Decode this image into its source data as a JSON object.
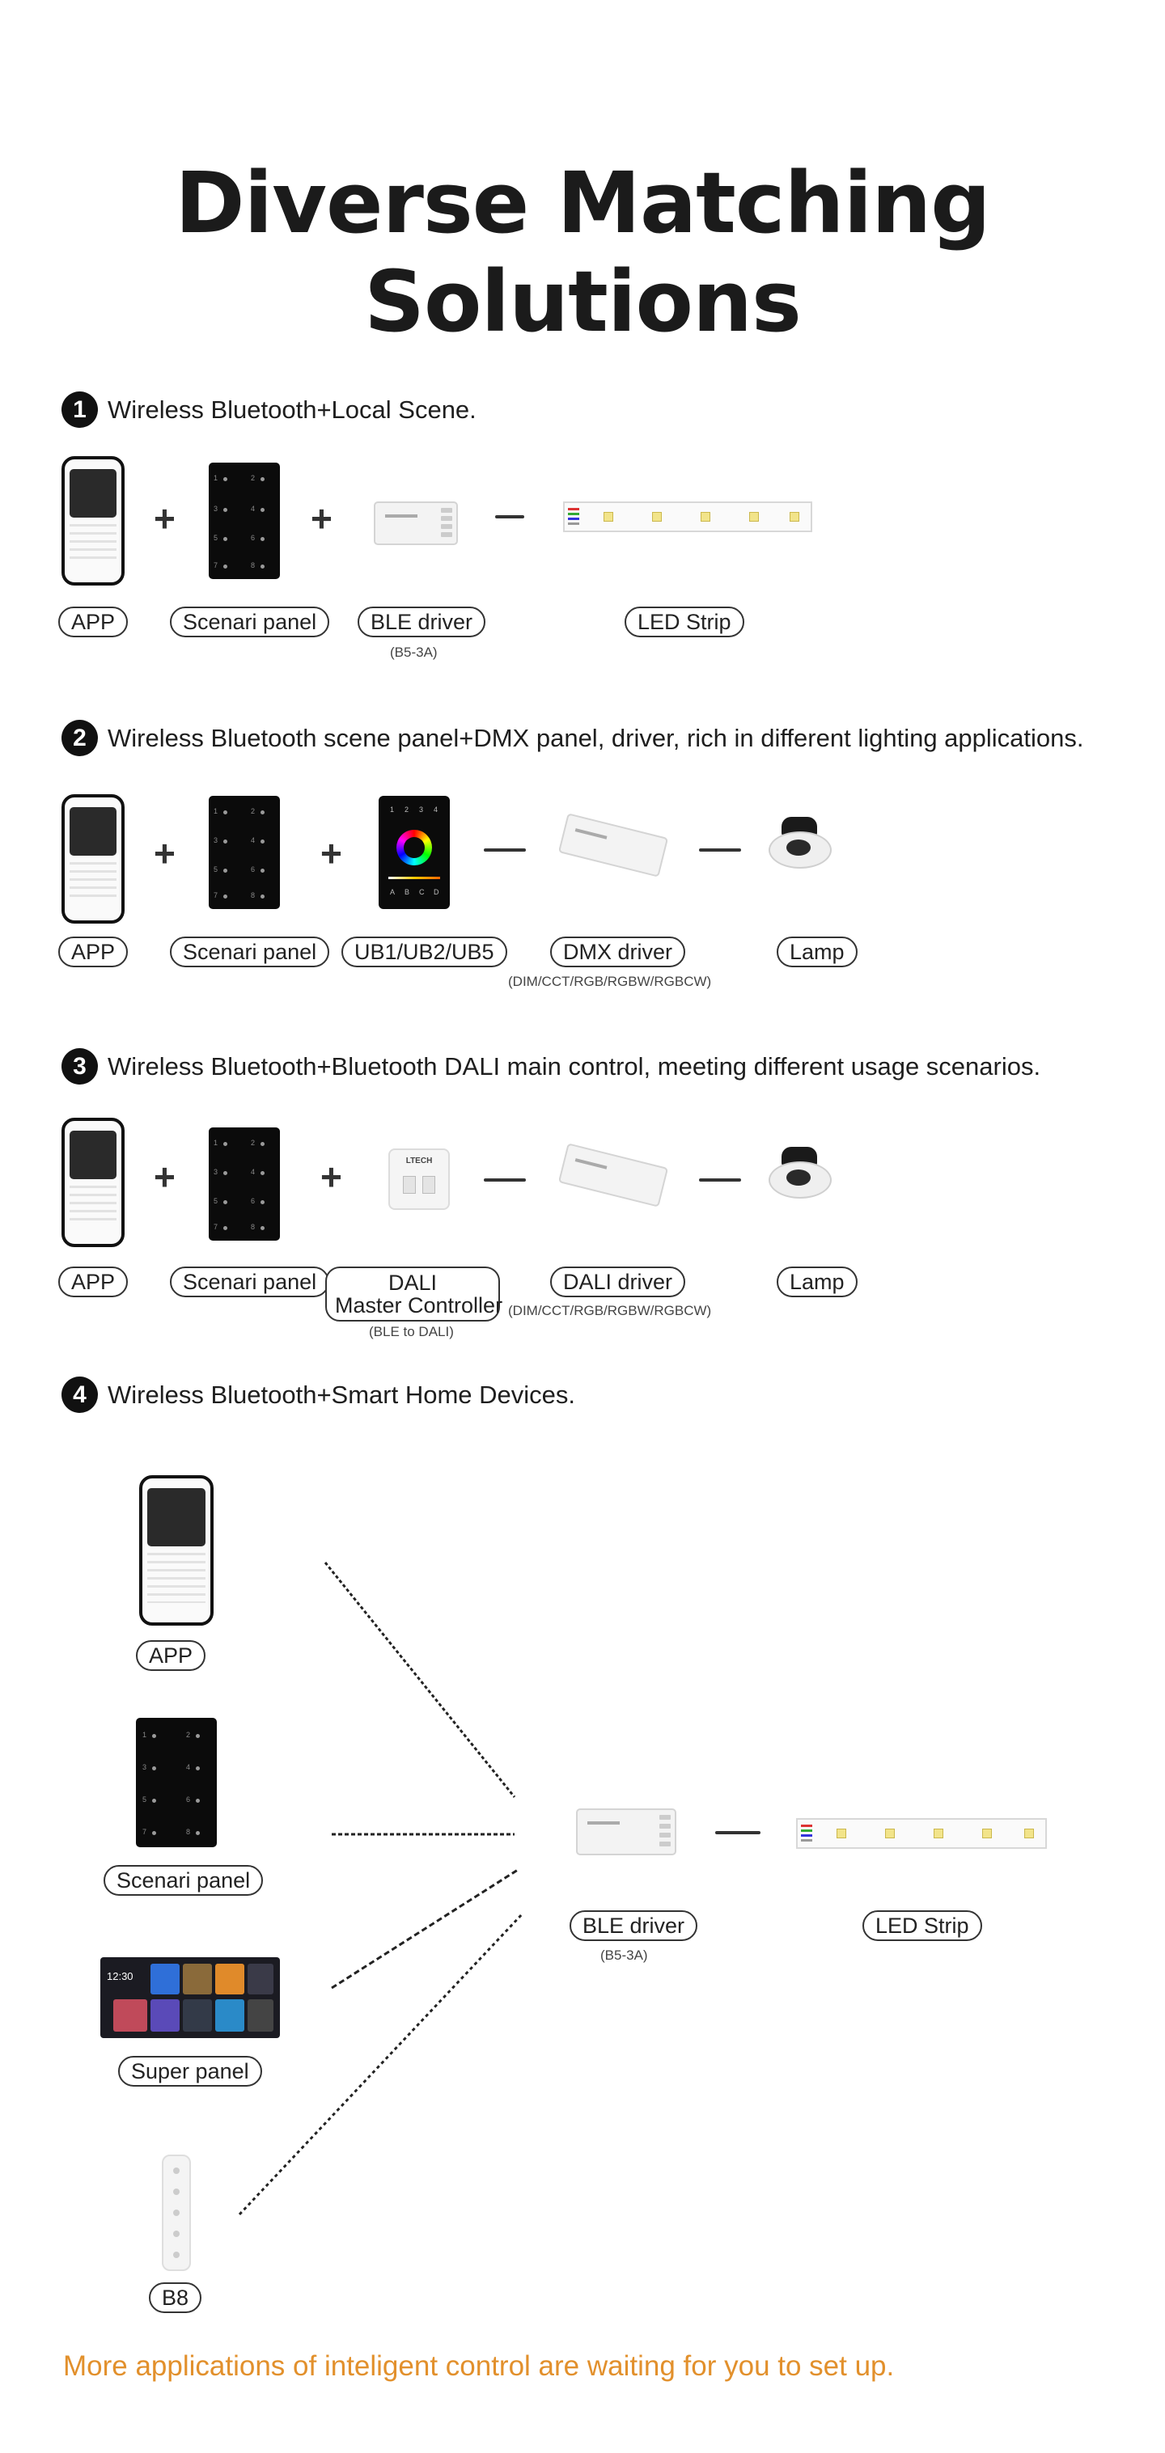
{
  "title": "Diverse Matching Solutions",
  "plus": "+",
  "sections": [
    {
      "number": "1",
      "heading": "Wireless Bluetooth+Local Scene.",
      "labels": [
        "APP",
        "Scenari panel",
        "BLE driver",
        "LED Strip"
      ],
      "sub_ble": "(B5-3A)"
    },
    {
      "number": "2",
      "heading": "Wireless Bluetooth scene panel+DMX panel, driver, rich in different lighting applications.",
      "labels": [
        "APP",
        "Scenari panel",
        "UB1/UB2/UB5",
        "DMX driver",
        "Lamp"
      ],
      "sub_dmx": "(DIM/CCT/RGB/RGBW/RGBCW)",
      "ub_keys": [
        "1",
        "2",
        "3",
        "4",
        "A",
        "B",
        "C",
        "D"
      ]
    },
    {
      "number": "3",
      "heading": "Wireless Bluetooth+Bluetooth DALI main control, meeting different usage scenarios.",
      "labels": [
        "APP",
        "Scenari panel",
        "DALI driver",
        "Lamp"
      ],
      "dali_ctrl_line1": "DALI",
      "dali_ctrl_line2": "Master Controller",
      "sub_ctrl": "(BLE to DALI)",
      "sub_driver": "(DIM/CCT/RGB/RGBW/RGBCW)",
      "ctrl_brand": "LTECH"
    },
    {
      "number": "4",
      "heading": "Wireless Bluetooth+Smart Home Devices.",
      "sources": [
        "APP",
        "Scenari panel",
        "Super panel",
        "B8"
      ],
      "targets": [
        "BLE driver",
        "LED Strip"
      ],
      "sub_ble": "(B5-3A)",
      "super_clock": "12:30"
    }
  ],
  "panel_keys": [
    "1",
    "2",
    "3",
    "4",
    "5",
    "6",
    "7",
    "8"
  ],
  "footer": "More applications of inteligent control are waiting for you to set up."
}
